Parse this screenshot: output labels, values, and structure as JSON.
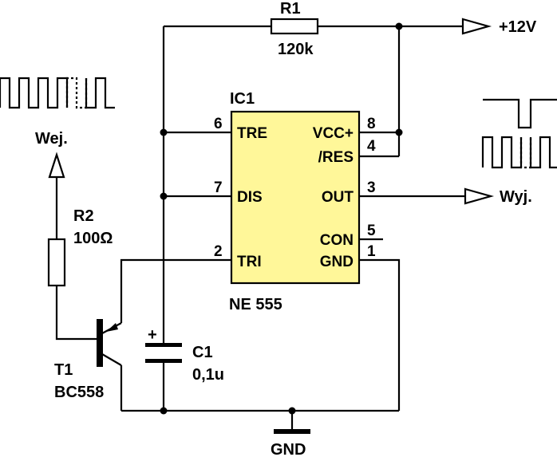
{
  "ic": {
    "ref": "IC1",
    "part": "NE 555",
    "body_color": "#FFF799",
    "pins": [
      {
        "num": "6",
        "name": "TRE"
      },
      {
        "num": "7",
        "name": "DIS"
      },
      {
        "num": "2",
        "name": "TRI"
      },
      {
        "num": "8",
        "name": "VCC+"
      },
      {
        "num": "4",
        "name": "/RES"
      },
      {
        "num": "3",
        "name": "OUT"
      },
      {
        "num": "5",
        "name": "CON"
      },
      {
        "num": "1",
        "name": "GND"
      }
    ]
  },
  "r1": {
    "ref": "R1",
    "value": "120k"
  },
  "r2": {
    "ref": "R2",
    "value": "100Ω"
  },
  "c1": {
    "ref": "C1",
    "value": "0,1u",
    "polarity": "+"
  },
  "t1": {
    "ref": "T1",
    "part": "BC558"
  },
  "supply": {
    "label": "+12V"
  },
  "input": {
    "label": "Wej."
  },
  "output": {
    "label": "Wyj."
  },
  "ground": {
    "label": "GND"
  }
}
